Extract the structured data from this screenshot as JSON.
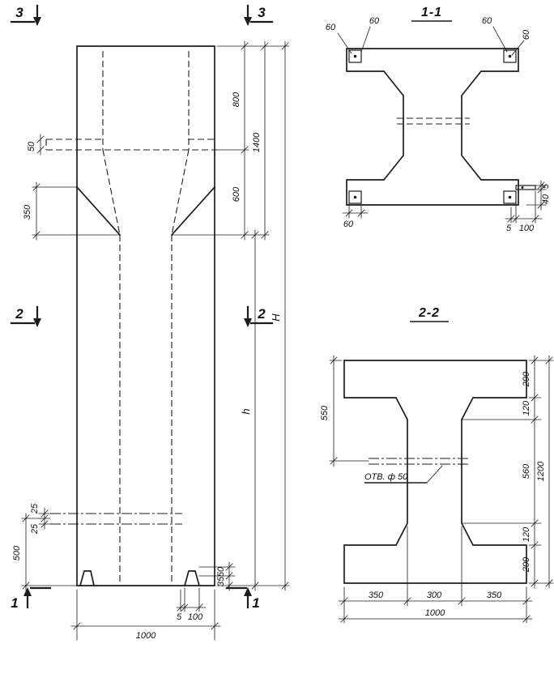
{
  "elevation": {
    "markers": {
      "top_left": "3",
      "top_right": "3",
      "mid_left": "2",
      "mid_right": "2",
      "bottom_left": "1",
      "bottom_right": "1"
    },
    "dims": {
      "ledge": "50",
      "taper_height": "350",
      "hole_upper": "25",
      "hole_lower": "25",
      "bottom_to_hole": "500",
      "recess_depth": "800",
      "transition_height": "600",
      "head_height": "1400",
      "shaft_height": "h",
      "total_height": "H",
      "foot_upper": "50",
      "foot_lower": "35",
      "base_plate_offset": "5",
      "base_plate_length": "100",
      "width": "1000"
    }
  },
  "section_1_1": {
    "title": "1-1",
    "dims": {
      "plate_tl_a": "60",
      "plate_tl_b": "60",
      "plate_tr": "60",
      "plate_right": "60",
      "plate_bl": "60",
      "plate_thickness": "5",
      "stud_height": "40",
      "plate_offset": "5",
      "plate_length": "100"
    }
  },
  "section_2_2": {
    "title": "2-2",
    "hole_label": "ОТВ. ф 50",
    "dims": {
      "top_to_hole": "550",
      "flange_top": "200",
      "haunch_top": "120",
      "web_height": "560",
      "haunch_bottom": "120",
      "flange_bottom": "200",
      "total_height": "1200",
      "flange_left": "350",
      "web_width": "300",
      "flange_right": "350",
      "total_width": "1000"
    }
  }
}
